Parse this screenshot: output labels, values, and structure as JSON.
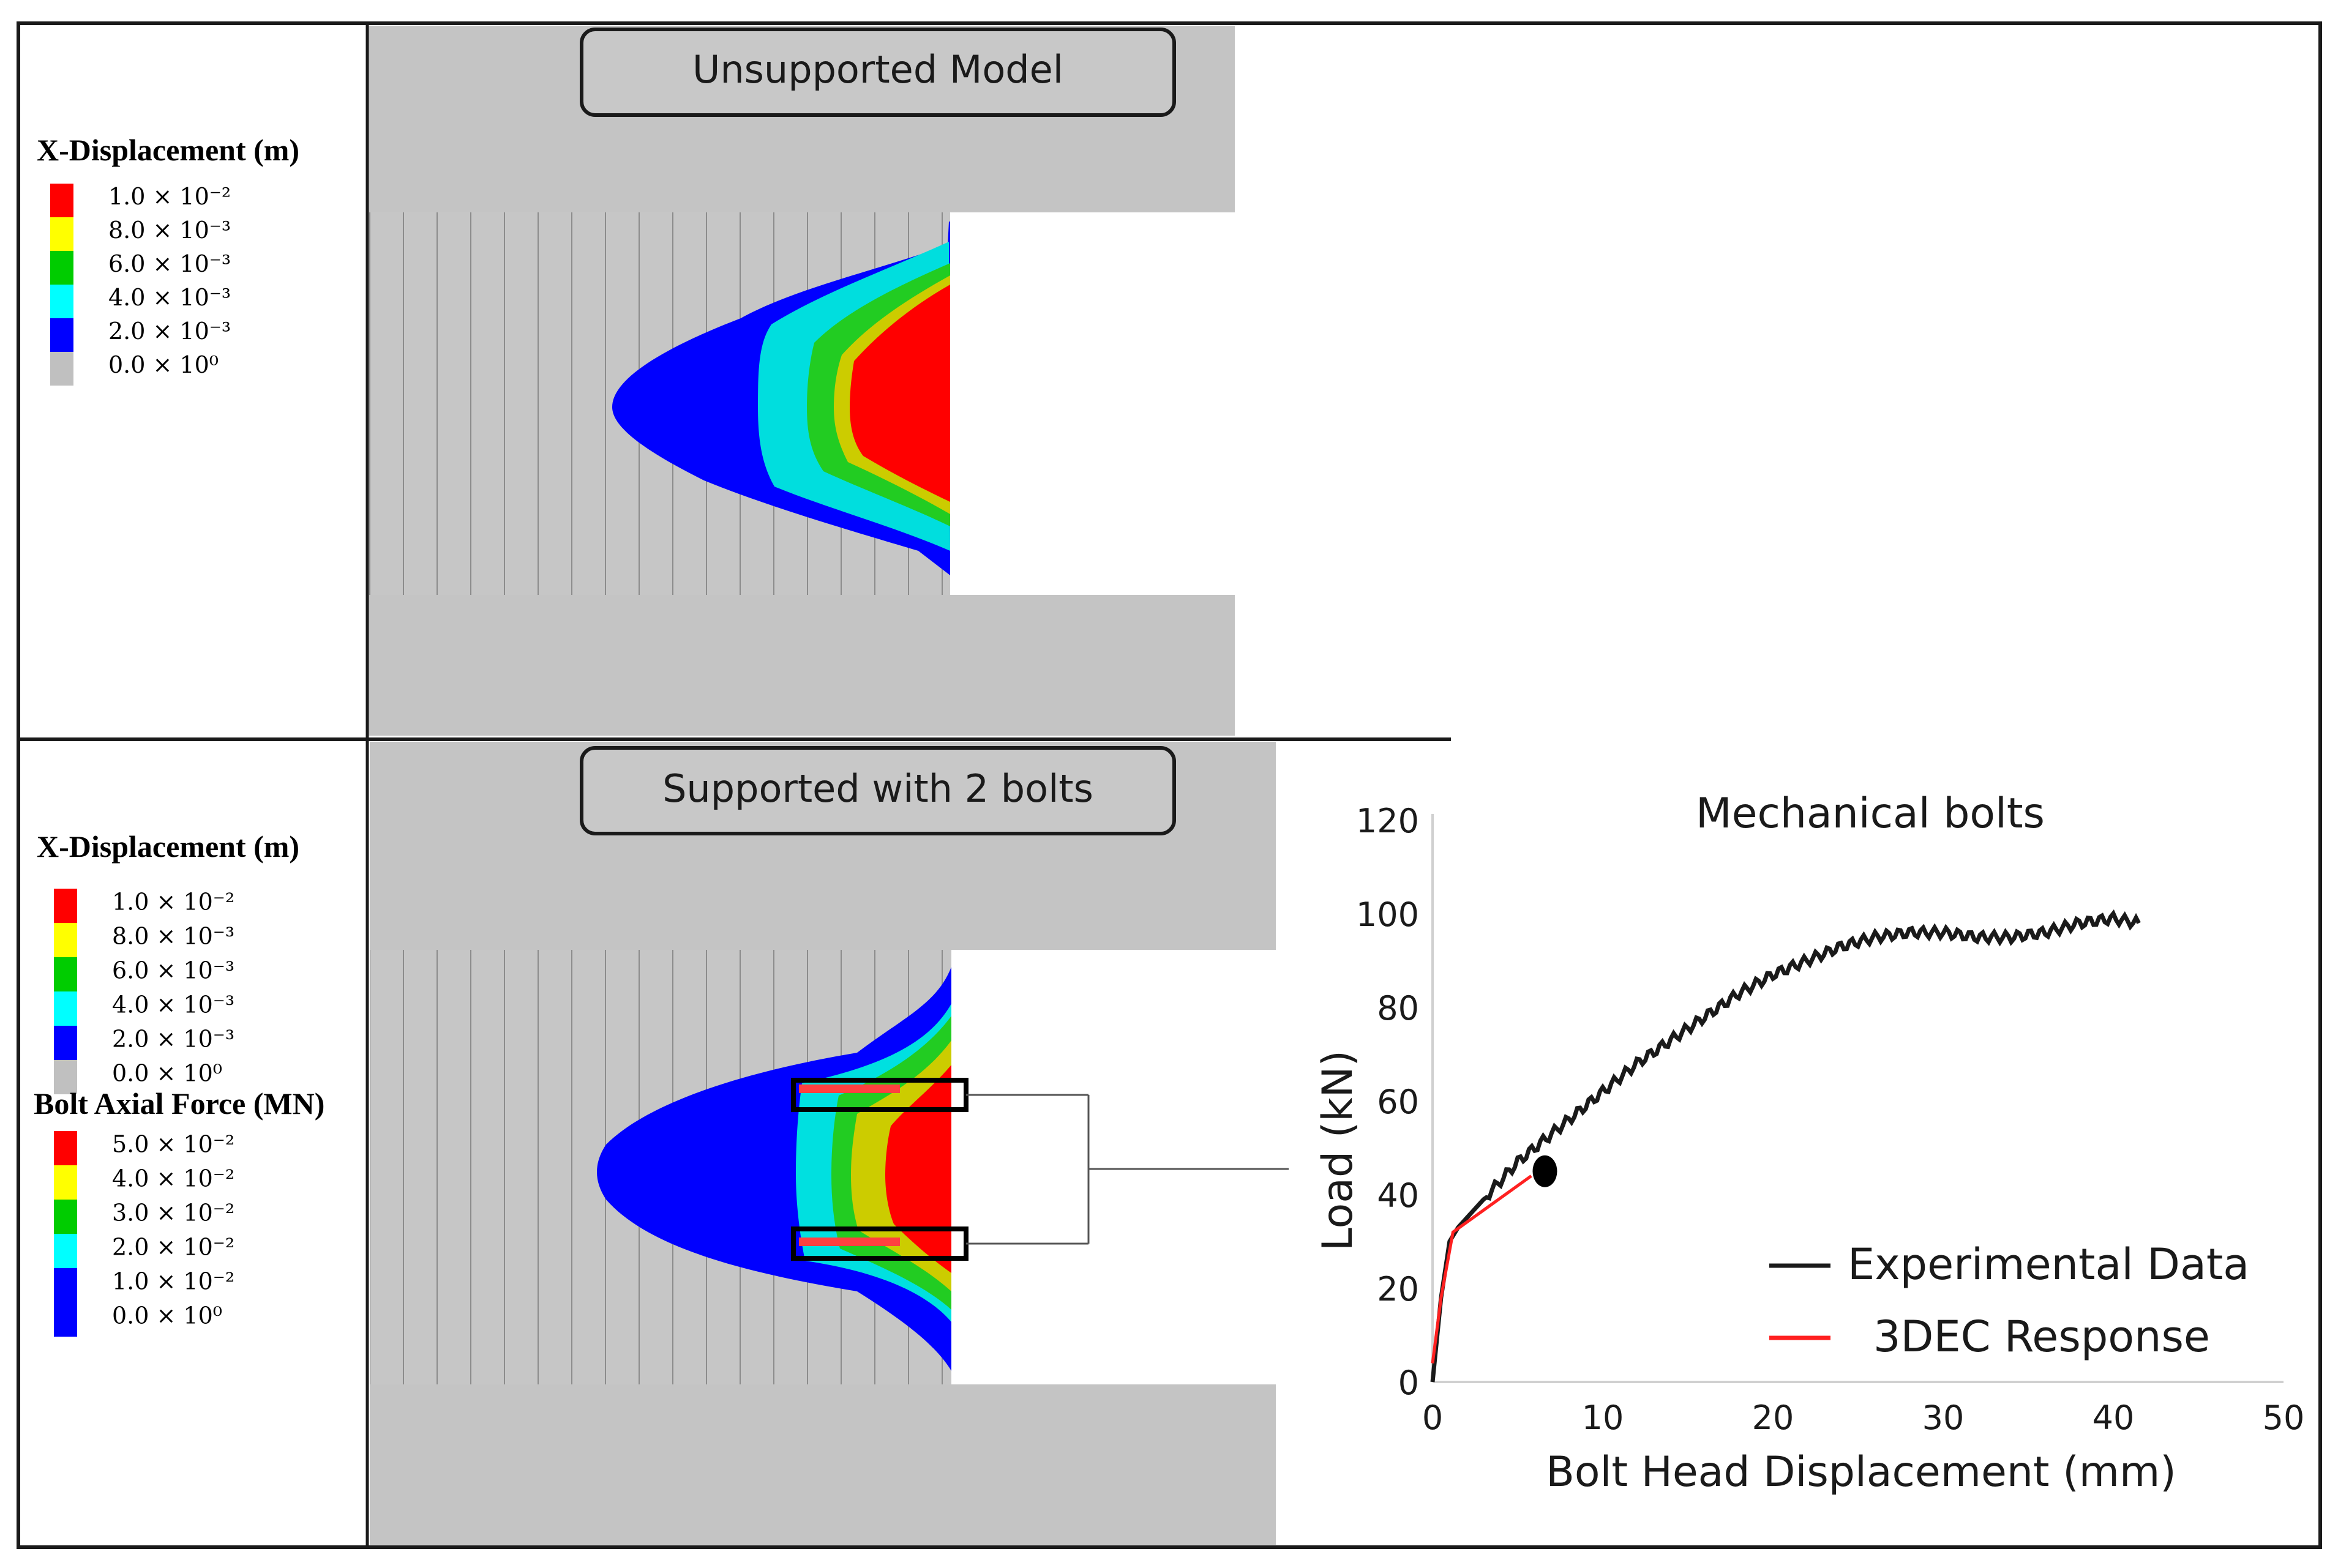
{
  "top_panel": {
    "label": "Unsupported Model",
    "legend": {
      "title": "X-Displacement (m)",
      "entries": [
        {
          "color": "#ff0000",
          "label": "1.0 × 10⁻²"
        },
        {
          "color": "#ffff00",
          "label": "8.0 × 10⁻³"
        },
        {
          "color": "#00cc00",
          "label": "6.0 × 10⁻³"
        },
        {
          "color": "#00ffff",
          "label": "4.0 × 10⁻³"
        },
        {
          "color": "#0000ff",
          "label": "2.0 × 10⁻³"
        },
        {
          "color": "#c0c0c0",
          "label": "0.0 × 10⁰"
        }
      ]
    }
  },
  "bottom_panel": {
    "label": "Supported with 2 bolts",
    "legend_disp": {
      "title": "X-Displacement (m)",
      "entries": [
        {
          "color": "#ff0000",
          "label": "1.0 × 10⁻²"
        },
        {
          "color": "#ffff00",
          "label": "8.0 × 10⁻³"
        },
        {
          "color": "#00cc00",
          "label": "6.0 × 10⁻³"
        },
        {
          "color": "#00ffff",
          "label": "4.0 × 10⁻³"
        },
        {
          "color": "#0000ff",
          "label": "2.0 × 10⁻³"
        },
        {
          "color": "#c0c0c0",
          "label": "0.0 × 10⁰"
        }
      ]
    },
    "legend_force": {
      "title": "Bolt Axial Force (MN)",
      "entries": [
        {
          "color": "#ff0000",
          "label": "5.0 × 10⁻²"
        },
        {
          "color": "#ffff00",
          "label": "4.0 × 10⁻²"
        },
        {
          "color": "#00cc00",
          "label": "3.0 × 10⁻²"
        },
        {
          "color": "#00ffff",
          "label": "2.0 × 10⁻²"
        },
        {
          "color": "#0000ff",
          "label": "1.0 × 10⁻²"
        },
        {
          "color": "#0000ff",
          "label": "0.0 × 10⁰"
        }
      ]
    }
  },
  "colors": {
    "rock_light": "#c8c8c8",
    "rock_mid": "#b4b4b4",
    "red": "#ff0000",
    "yellow": "#ffff00",
    "green": "#00cc00",
    "cyan": "#00ffff",
    "blue": "#0000ff",
    "experimental": "#1a1a1a",
    "response_3dec": "#ff2020"
  },
  "chart_data": {
    "type": "line",
    "title": "Mechanical bolts",
    "xlabel": "Bolt Head Displacement (mm)",
    "ylabel": "Load (kN)",
    "xlim": [
      0,
      50
    ],
    "ylim": [
      0,
      120
    ],
    "xticks": [
      "0",
      "10",
      "20",
      "30",
      "40",
      "50"
    ],
    "yticks": [
      "0",
      "20",
      "40",
      "60",
      "80",
      "100",
      "120"
    ],
    "grid": false,
    "legend_position": "bottom-right",
    "series": [
      {
        "name": "Experimental Data",
        "color": "#1a1a1a",
        "x": [
          0,
          0.5,
          1,
          1.5,
          2,
          3,
          4,
          5,
          6,
          7,
          8,
          10,
          12,
          14,
          16,
          18,
          20,
          22,
          24,
          26,
          28,
          30,
          32,
          34,
          36,
          38,
          40,
          41.5
        ],
        "y": [
          0,
          18,
          30,
          33,
          35,
          39,
          43,
          47,
          50,
          53,
          56,
          62,
          68,
          73,
          78,
          83,
          87,
          90,
          93,
          95,
          96,
          96,
          95,
          95,
          96,
          98,
          99,
          98
        ]
      },
      {
        "name": "3DEC Response",
        "color": "#ff2020",
        "x": [
          0,
          0.5,
          1.2,
          5.8
        ],
        "y": [
          4,
          18,
          32,
          44
        ]
      }
    ],
    "annotations": [
      {
        "type": "marker",
        "x": 6.6,
        "y": 45
      }
    ]
  }
}
